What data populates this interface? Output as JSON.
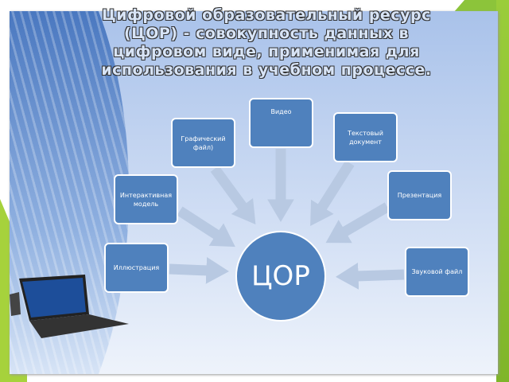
{
  "title": "Цифровой образовательный ресурс (ЦОР) - совокупность данных в цифровом виде, применимая для использования в учебном процессе.",
  "center_label": "ЦОР",
  "nodes": [
    {
      "label": "Иллюстрация"
    },
    {
      "label": "Интерактивная модель"
    },
    {
      "label": "Графический файл)"
    },
    {
      "label": "Видео"
    },
    {
      "label": "Текстовый документ"
    },
    {
      "label": "Презентация"
    },
    {
      "label": "Звуковой файл"
    }
  ],
  "colors": {
    "node": "#4f81bd",
    "arrow": "#b8c9e2",
    "accent_green": "#8cc43a"
  }
}
